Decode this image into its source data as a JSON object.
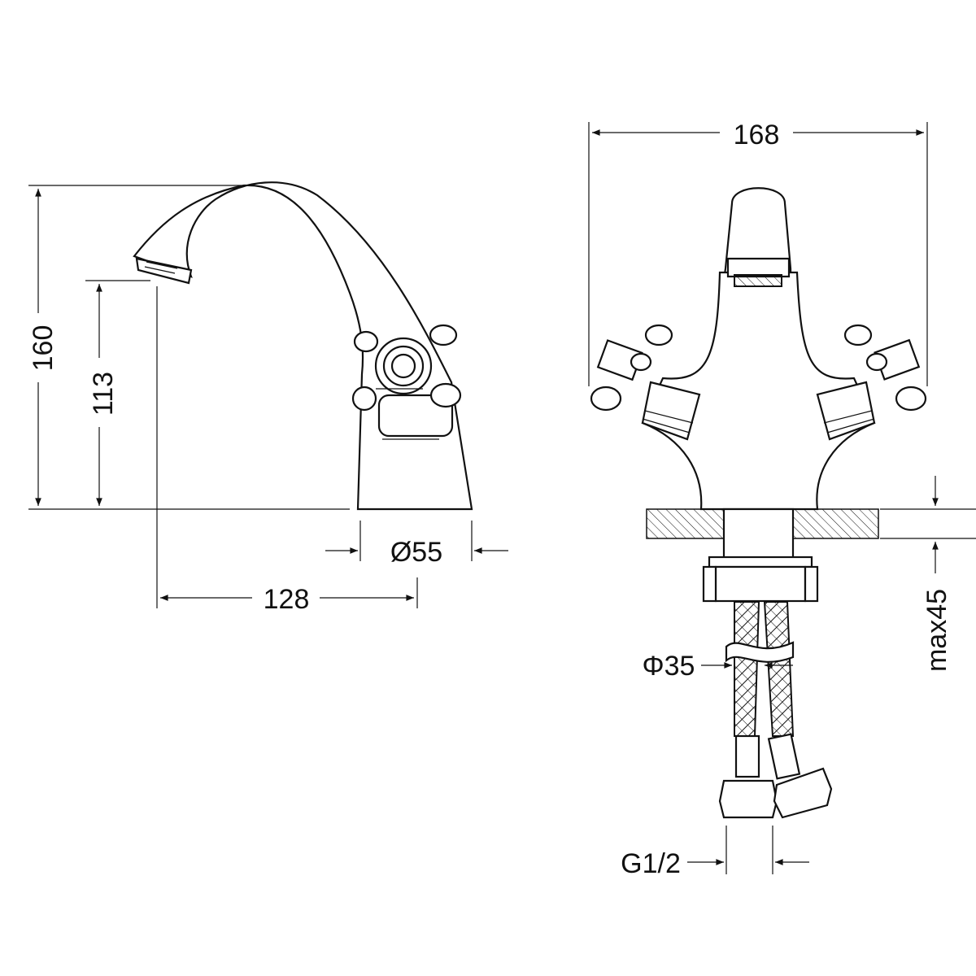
{
  "title": "Faucet dimension drawing",
  "side_view": {
    "height_total": "160",
    "spout_height": "113",
    "base_diameter": "Ø55",
    "spout_reach": "128"
  },
  "front_view": {
    "width_total": "168",
    "max_counter_thickness": "max45",
    "hole_diameter": "Φ35",
    "connection_thread": "G1/2"
  },
  "colors": {
    "line": "#111111",
    "background": "#ffffff"
  }
}
